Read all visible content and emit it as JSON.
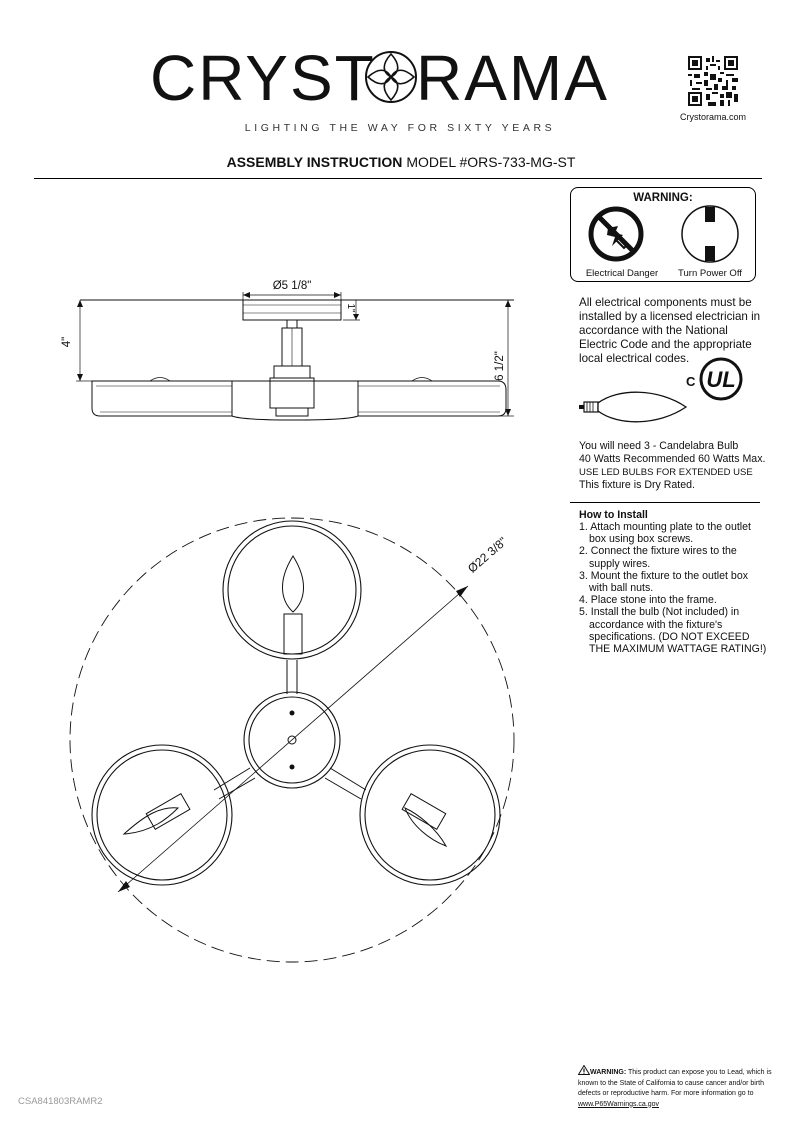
{
  "brand": {
    "name_left": "CRYST",
    "name_right": "RAMA",
    "tagline": "LIGHTING THE WAY FOR SIXTY YEARS",
    "qr_caption": "Crystorama.com"
  },
  "title": {
    "bold": "ASSEMBLY INSTRUCTION",
    "model": "MODEL #ORS-733-MG-ST"
  },
  "warning": {
    "title": "WARNING:",
    "icon1_label": "Electrical Danger",
    "icon2_label": "Turn Power Off"
  },
  "electrical_note": "All electrical components must be installed by a licensed electrician in accordance with the National Electric Code and the appropriate local electrical codes.",
  "cert": {
    "c_mark": "C",
    "ul_mark": "UL"
  },
  "bulb": {
    "line1": "You will need 3 - Candelabra Bulb",
    "line2": "40 Watts Recommended 60 Watts Max.",
    "line3": "USE LED BULBS FOR EXTENDED USE",
    "line4": "This fixture is Dry Rated."
  },
  "install": {
    "title": "How to Install",
    "steps": [
      "1. Attach mounting plate to the outlet box using box screws.",
      "2. Connect the fixture wires to the supply wires.",
      "3. Mount the fixture to the outlet box with ball nuts.",
      "4. Place stone into the frame.",
      "5. Install the bulb (Not included) in accordance with the fixture's specifications. (DO NOT EXCEED THE MAXIMUM WATTAGE RATING!)"
    ]
  },
  "dimensions": {
    "canopy_diameter": "Ø5 1/8\"",
    "canopy_height": "1\"",
    "stem_height": "4\"",
    "overall_height": "6 1/2\"",
    "overall_diameter": "Ø22 3/8\""
  },
  "p65": {
    "label": "WARNING:",
    "text": " This product can expose you to Lead, which is known to the State of California to cause cancer and/or birth defects or reproductive harm. For more information go to ",
    "link": "www.P65Warnings.ca.gov"
  },
  "footer_code": "CSA841803RAMR2"
}
